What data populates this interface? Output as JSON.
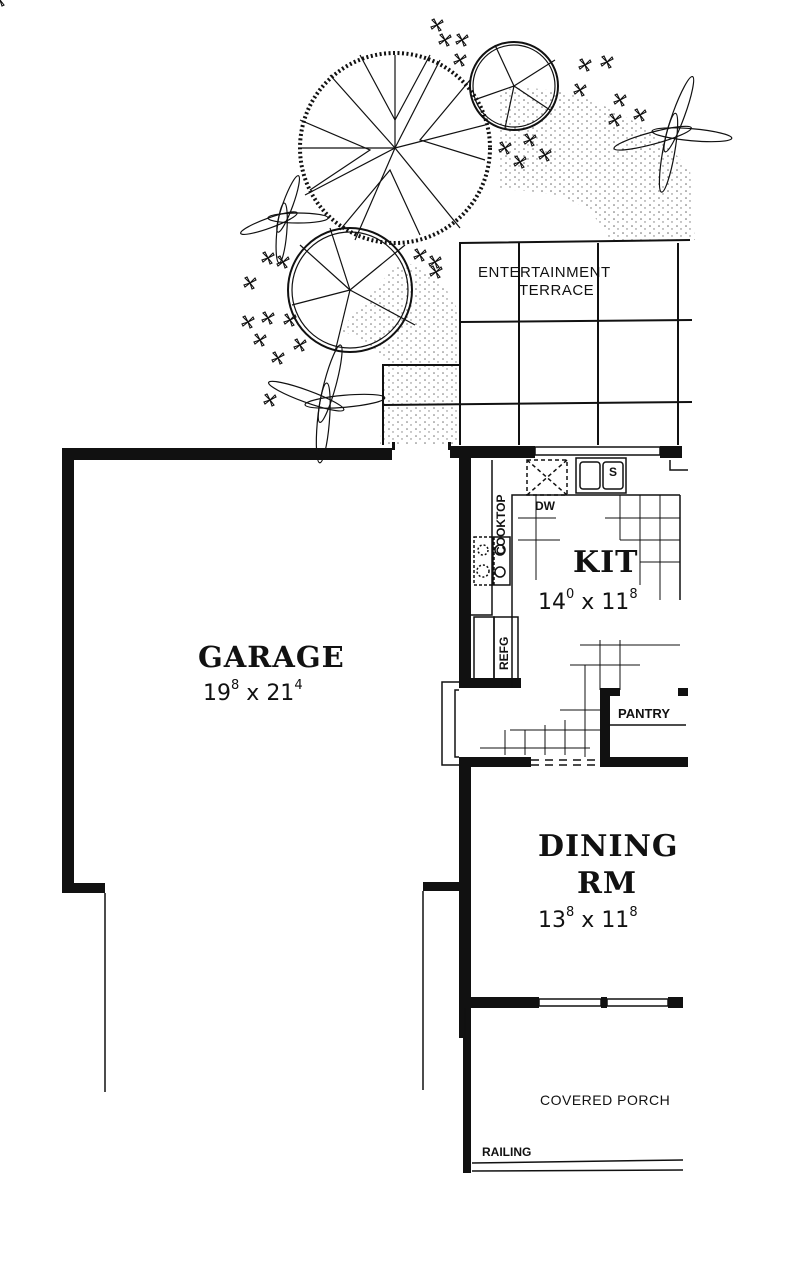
{
  "plan": {
    "outdoor": {
      "terrace": {
        "line1": "ENTERTAINMENT",
        "line2": "TERRACE"
      }
    },
    "rooms": {
      "garage": {
        "name": "GARAGE",
        "w_ft": "19",
        "w_in": "8",
        "sep": "x",
        "h_ft": "21",
        "h_in": "4"
      },
      "kitchen": {
        "name": "KIT",
        "w_ft": "14",
        "w_in": "0",
        "sep": "x",
        "h_ft": "11",
        "h_in": "8"
      },
      "dining": {
        "name_line1": "DINING",
        "name_line2": "RM",
        "w_ft": "13",
        "w_in": "8",
        "sep": "x",
        "h_ft": "11",
        "h_in": "8"
      },
      "pantry": {
        "name": "PANTRY"
      },
      "porch": {
        "name": "COVERED PORCH",
        "railing": "RAILING"
      }
    },
    "fixtures": {
      "dishwasher": "DW",
      "sink": "S",
      "cooktop": "COOKTOP",
      "refrigerator": "REFG"
    },
    "colors": {
      "ink": "#111111",
      "paper": "#ffffff"
    }
  }
}
